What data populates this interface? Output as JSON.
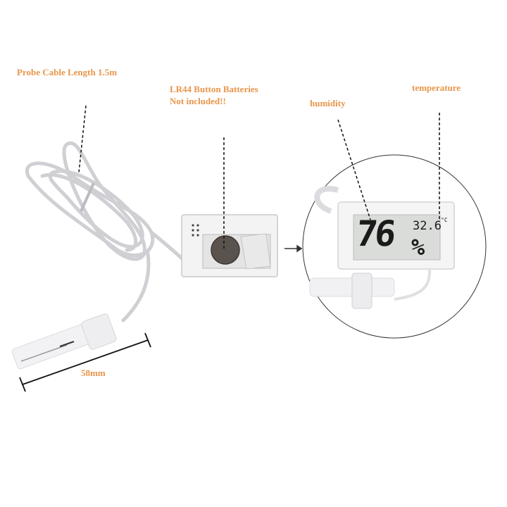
{
  "annotations": {
    "probe_cable": "Probe Cable Length 1.5m",
    "battery_line1": "LR44 Button Batteries",
    "battery_line2": "Not included!!",
    "humidity": "humidity",
    "temperature": "temperature",
    "probe_length": "58mm"
  },
  "display": {
    "humidity_value": "76",
    "humidity_unit": "%",
    "temperature_value": "32.6",
    "temperature_unit": "°C"
  },
  "colors": {
    "annotation_text": "#E8954A",
    "background": "#FFFFFF",
    "lcd_screen": "#D9DCD8",
    "device_body": "#F2F2F2"
  }
}
